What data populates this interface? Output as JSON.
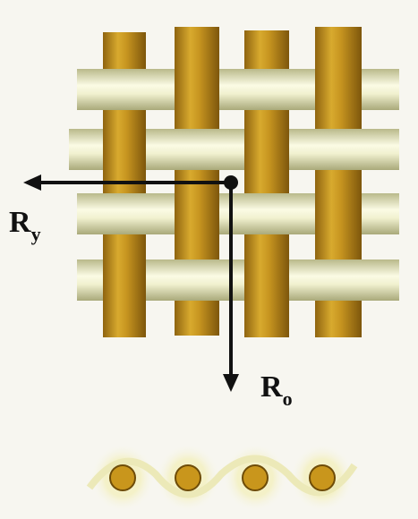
{
  "labels": {
    "ry_main": "R",
    "ry_sub": "y",
    "ro_main": "R",
    "ro_sub": "o"
  },
  "colors": {
    "background": "#f7f6f0",
    "warp_yarn": "#c9961c",
    "weft_yarn": "#e6e6b8",
    "arrow": "#111111"
  }
}
